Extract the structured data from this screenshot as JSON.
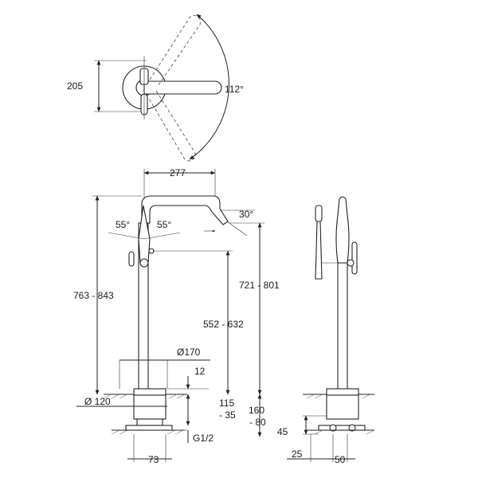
{
  "drawing": {
    "top_view": {
      "dim_height": "205",
      "dim_angle": "112°"
    },
    "front_view": {
      "dim_reach": "277",
      "dim_angle_spout": "30°",
      "dim_angle_left": "55°",
      "dim_angle_right": "55°",
      "dim_total_height": "763 - 843",
      "dim_lever_height": "552 - 632",
      "dim_spout_height": "721 - 801",
      "dim_base_dia": "Ø170",
      "dim_base_h": "12",
      "dim_floor_dia": "Ø 120",
      "dim_depth_a": "115",
      "dim_depth_b": "- 35",
      "dim_thread": "G1/2",
      "dim_offset": "73"
    },
    "side_view": {
      "dim_depth_a": "160",
      "dim_depth_b": "- 80",
      "dim_45": "45",
      "dim_25": "25",
      "dim_50": "50"
    }
  }
}
